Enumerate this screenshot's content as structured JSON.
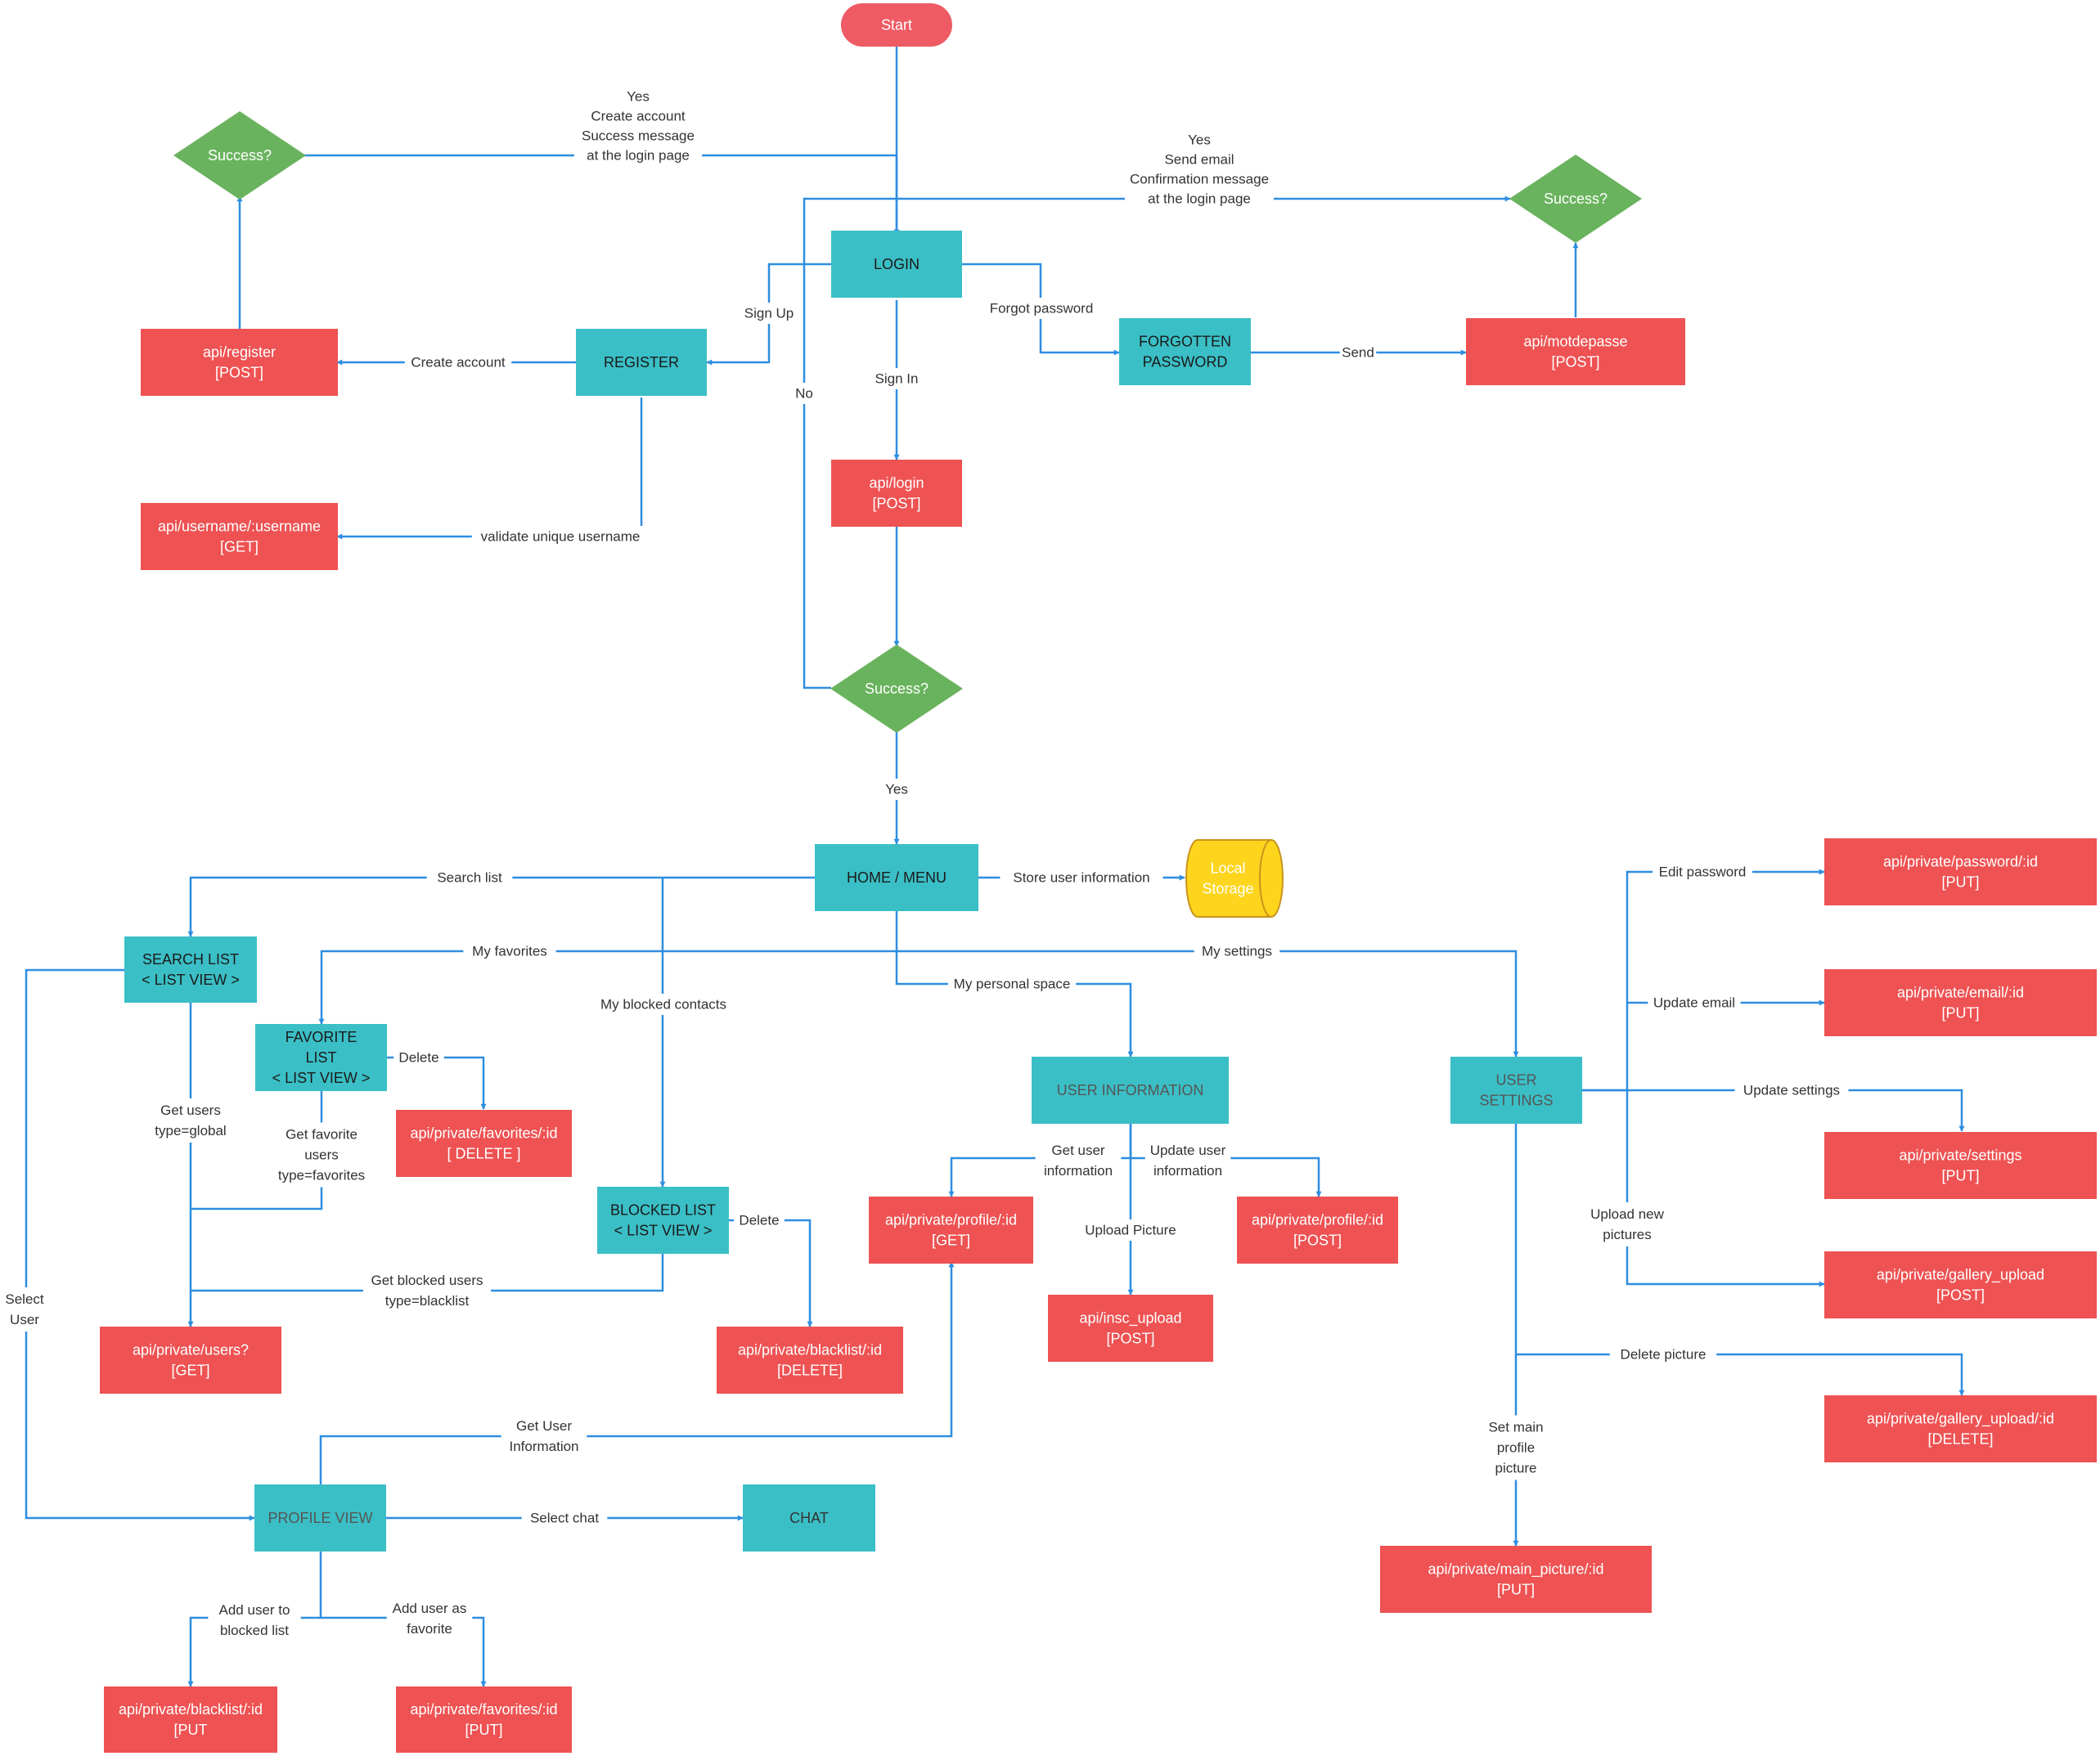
{
  "colors": {
    "process": "#3bbfc6",
    "api": "#ee5253",
    "decision": "#6ab35e",
    "terminal": "#ee5b64",
    "storage": "#fdd51c",
    "connector": "#2e8ee0"
  },
  "nodes": {
    "start": [
      "Start"
    ],
    "success_register": [
      "Success?"
    ],
    "success_reset": [
      "Success?"
    ],
    "login": [
      "LOGIN"
    ],
    "register": [
      "REGISTER"
    ],
    "forgotten_password": [
      "FORGOTTEN",
      "PASSWORD"
    ],
    "api_register": [
      "api/register",
      "[POST]"
    ],
    "api_motdepasse": [
      "api/motdepasse",
      "[POST]"
    ],
    "api_login": [
      "api/login",
      "[POST]"
    ],
    "api_username": [
      "api/username/:username",
      "[GET]"
    ],
    "success_login": [
      "Success?"
    ],
    "home_menu": [
      "HOME / MENU"
    ],
    "local_storage": [
      "Local",
      "Storage"
    ],
    "search_list": [
      "SEARCH LIST",
      "< LIST VIEW >"
    ],
    "favorite_list": [
      "FAVORITE",
      "LIST",
      "< LIST VIEW >"
    ],
    "api_favorites_delete": [
      "api/private/favorites/:id",
      "[ DELETE ]"
    ],
    "blocked_list": [
      "BLOCKED LIST",
      "< LIST VIEW >"
    ],
    "api_blacklist_delete": [
      "api/private/blacklist/:id",
      "[DELETE]"
    ],
    "api_users": [
      "api/private/users?",
      "[GET]"
    ],
    "user_information": [
      "USER INFORMATION"
    ],
    "api_profile_get": [
      "api/private/profile/:id",
      "[GET]"
    ],
    "api_profile_post": [
      "api/private/profile/:id",
      "[POST]"
    ],
    "api_insc_upload": [
      "api/insc_upload",
      "[POST]"
    ],
    "user_settings": [
      "USER",
      "SETTINGS"
    ],
    "api_password": [
      "api/private/password/:id",
      "[PUT]"
    ],
    "api_email": [
      "api/private/email/:id",
      "[PUT]"
    ],
    "api_settings": [
      "api/private/settings",
      "[PUT]"
    ],
    "api_gallery_upload": [
      "api/private/gallery_upload",
      "[POST]"
    ],
    "api_gallery_delete": [
      "api/private/gallery_upload/:id",
      "[DELETE]"
    ],
    "api_main_picture": [
      "api/private/main_picture/:id",
      "[PUT]"
    ],
    "profile_view": [
      "PROFILE VIEW"
    ],
    "chat": [
      "CHAT"
    ],
    "api_blacklist_put": [
      "api/private/blacklist/:id",
      "[PUT"
    ],
    "api_favorites_put": [
      "api/private/favorites/:id",
      "[PUT]"
    ]
  },
  "edge_labels": {
    "register_yes": [
      "Yes",
      "Create account",
      "Success message",
      "at the login page"
    ],
    "reset_yes": [
      "Yes",
      "Send email",
      "Confirmation message",
      "at the login page"
    ],
    "sign_up": [
      "Sign Up"
    ],
    "create_account": [
      "Create account"
    ],
    "validate_username": [
      "validate unique username"
    ],
    "no": [
      "No"
    ],
    "forgot_password": [
      "Forgot password"
    ],
    "send": [
      "Send"
    ],
    "sign_in": [
      "Sign In"
    ],
    "login_yes": [
      "Yes"
    ],
    "search_list": [
      "Search list"
    ],
    "store_user_info": [
      "Store user information"
    ],
    "my_favorites": [
      "My favorites"
    ],
    "my_settings": [
      "My settings"
    ],
    "my_blocked_contacts": [
      "My blocked contacts"
    ],
    "my_personal_space": [
      "My personal space"
    ],
    "delete_favorite": [
      "Delete"
    ],
    "get_users_global": [
      "Get users",
      "type=global"
    ],
    "get_favorite_users": [
      "Get favorite",
      "users",
      "type=favorites"
    ],
    "delete_blocked": [
      "Delete"
    ],
    "get_blocked_users": [
      "Get blocked users",
      "type=blacklist"
    ],
    "select_user": [
      "Select",
      "User"
    ],
    "get_user_information": [
      "Get user",
      "information"
    ],
    "update_user_information": [
      "Update user",
      "information"
    ],
    "upload_picture": [
      "Upload Picture"
    ],
    "edit_password": [
      "Edit password"
    ],
    "update_email": [
      "Update email"
    ],
    "update_settings": [
      "Update settings"
    ],
    "upload_new_pictures": [
      "Upload new",
      "pictures"
    ],
    "delete_picture": [
      "Delete picture"
    ],
    "set_main_picture": [
      "Set main",
      "profile",
      "picture"
    ],
    "profile_get_user_information": [
      "Get User",
      "Information"
    ],
    "select_chat": [
      "Select chat"
    ],
    "add_to_blocked": [
      "Add user to",
      "blocked list"
    ],
    "add_as_favorite": [
      "Add user as",
      "favorite"
    ]
  }
}
